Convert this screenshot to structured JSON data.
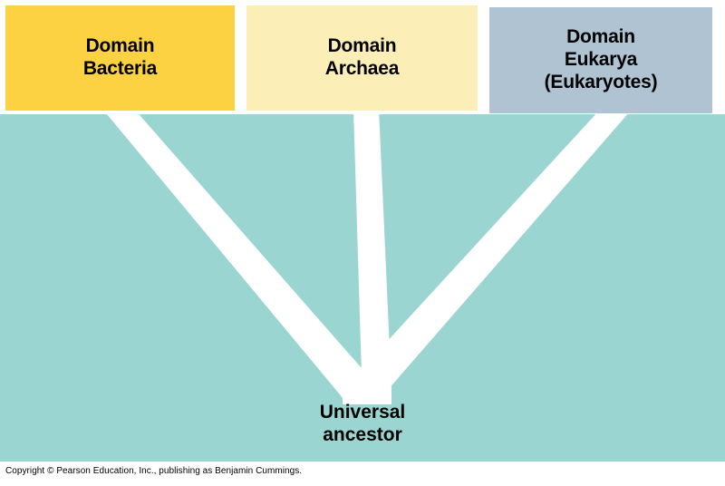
{
  "figure": {
    "title": "Three-domain phylogenetic tree",
    "background_color": "#ffffff",
    "field_color": "#9bd5d1",
    "branch_color": "#ffffff"
  },
  "domains": [
    {
      "id": "bacteria",
      "label": "Domain\nBacteria",
      "line1": "Domain",
      "line2": "Bacteria",
      "color": "#fcd243"
    },
    {
      "id": "archaea",
      "label": "Domain\nArchaea",
      "line1": "Domain",
      "line2": "Archaea",
      "color": "#fbefb7"
    },
    {
      "id": "eukarya",
      "label": "Domain\nEukarya\n(Eukaryotes)",
      "line1": "Domain",
      "line2": "Eukarya",
      "line3": "(Eukaryotes)",
      "color": "#afc3d3"
    }
  ],
  "root": {
    "label": "Universal\nancestor",
    "line1": "Universal",
    "line2": "ancestor"
  },
  "footer": {
    "copyright": "Copyright © Pearson Education, Inc., publishing as Benjamin Cummings."
  },
  "chart_data": {
    "type": "diagram",
    "diagram_kind": "phylogenetic-tree",
    "title": "Three domains of life branching from a universal ancestor",
    "root_node": "Universal ancestor",
    "root_point": [
      398,
      435
    ],
    "leaves": [
      {
        "name": "Domain Bacteria",
        "top_point": [
          130,
          122
        ],
        "branch_style": "diagonal-down-right",
        "box_color": "#fcd243"
      },
      {
        "name": "Domain Archaea",
        "top_point": [
          404,
          122
        ],
        "branch_style": "near-vertical",
        "box_color": "#fbefb7"
      },
      {
        "name": "Domain Eukarya (Eukaryotes)",
        "top_point": [
          676,
          125
        ],
        "branch_style": "diagonal-down-left",
        "box_color": "#afc3d3"
      }
    ],
    "background_color": "#9bd5d1",
    "branch_color": "#ffffff"
  }
}
